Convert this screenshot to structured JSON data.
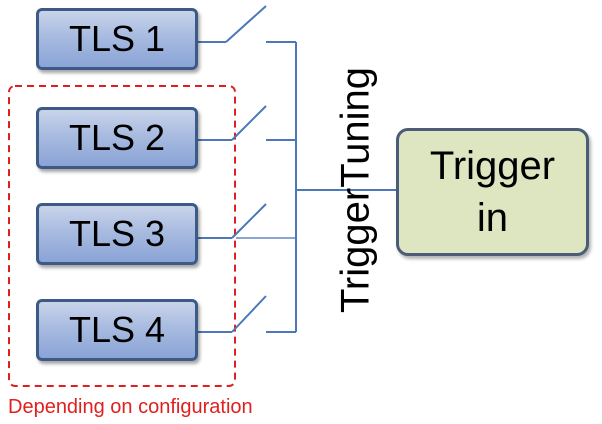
{
  "tls_boxes": [
    {
      "label": "TLS 1"
    },
    {
      "label": "TLS 2"
    },
    {
      "label": "TLS 3"
    },
    {
      "label": "TLS 4"
    }
  ],
  "trigger": {
    "line1": "Trigger",
    "line2": "in"
  },
  "tuning_label": "TriggerTuning",
  "config_note": "Depending on configuration",
  "colors": {
    "wire": "#4a78b8",
    "dashed_group": "#e02020",
    "tls_border": "#3d5a87",
    "trigger_fill": "#dde6c0"
  }
}
